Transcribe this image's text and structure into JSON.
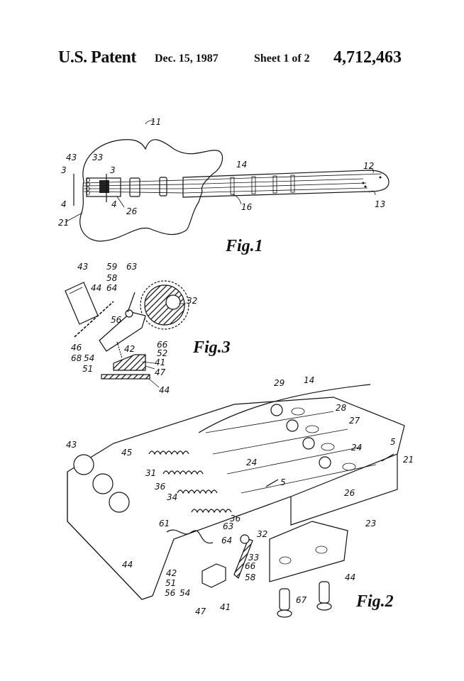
{
  "header": {
    "title": "U.S. Patent",
    "date": "Dec. 15, 1987",
    "sheet": "Sheet 1 of 2",
    "patent_number": "4,712,463"
  },
  "figures": {
    "fig1": {
      "caption": "Fig.1",
      "labels": [
        "11",
        "43",
        "33",
        "3",
        "3",
        "4",
        "4",
        "21",
        "26",
        "14",
        "16",
        "12",
        "13"
      ]
    },
    "fig3": {
      "caption": "Fig.3",
      "labels": [
        "43",
        "59",
        "63",
        "58",
        "44",
        "64",
        "32",
        "56",
        "46",
        "68",
        "54",
        "51",
        "42",
        "66",
        "52",
        "41",
        "47",
        "44"
      ]
    },
    "fig2": {
      "caption": "Fig.2",
      "labels": [
        "29",
        "14",
        "28",
        "27",
        "24",
        "5",
        "21",
        "43",
        "45",
        "31",
        "36",
        "34",
        "24",
        "5",
        "26",
        "23",
        "61",
        "36",
        "63",
        "32",
        "64",
        "33",
        "66",
        "58",
        "44",
        "42",
        "51",
        "56",
        "54",
        "47",
        "41",
        "44",
        "67"
      ]
    }
  }
}
